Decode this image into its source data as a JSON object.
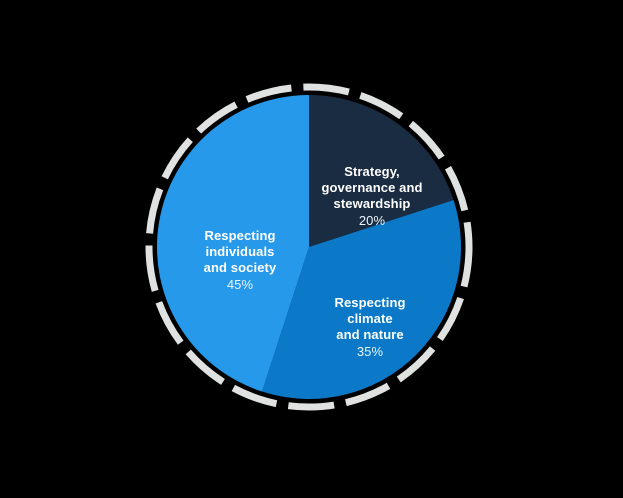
{
  "chart_data": {
    "type": "pie",
    "title": "",
    "subtitle": "",
    "xlabel": "",
    "ylabel": "",
    "grid": false,
    "legend_position": "none",
    "start_angle_deg": 0,
    "direction": "clockwise",
    "total_pct": 100,
    "categories": [
      "Strategy, governance and stewardship",
      "Respecting climate and nature",
      "Respecting individuals and society"
    ],
    "values": [
      20,
      35,
      45
    ],
    "value_labels": [
      "20%",
      "35%",
      "45%"
    ],
    "colors": [
      "#1a2c42",
      "#0b79c8",
      "#2699eb"
    ],
    "slices": [
      {
        "name": "Strategy, governance and stewardship",
        "label_line1": "Strategy,",
        "label_line2": "governance and",
        "label_line3": "stewardship",
        "value": 20,
        "value_label": "20%",
        "color": "#1a2c42",
        "start_deg": 0,
        "end_deg": 72
      },
      {
        "name": "Respecting climate and nature",
        "label_line1": "Respecting",
        "label_line2": "climate",
        "label_line3": "and nature",
        "value": 35,
        "value_label": "35%",
        "color": "#0b79c8",
        "start_deg": 72,
        "end_deg": 198
      },
      {
        "name": "Respecting individuals and society",
        "label_line1": "Respecting",
        "label_line2": "individuals",
        "label_line3": "and society",
        "value": 45,
        "value_label": "45%",
        "color": "#2699eb",
        "start_deg": 198,
        "end_deg": 360
      }
    ],
    "decoration": {
      "outer_ring_color": "#e0e2e1",
      "outer_ring_style": "segmented",
      "background_color": "#000000"
    }
  },
  "labels": {
    "strategy": {
      "text": "Strategy,\ngovernance and\nstewardship",
      "pct": "20%"
    },
    "climate": {
      "text": "Respecting\nclimate\nand nature",
      "pct": "35%"
    },
    "individuals": {
      "text": "Respecting\nindividuals\nand society",
      "pct": "45%"
    }
  },
  "outer_notes": {
    "top_left": {
      "text": "",
      "pct": ""
    },
    "right": {
      "text": "",
      "pct": ""
    },
    "bottom": {
      "text": "",
      "pct": ""
    },
    "left": {
      "text": "",
      "pct": ""
    }
  }
}
